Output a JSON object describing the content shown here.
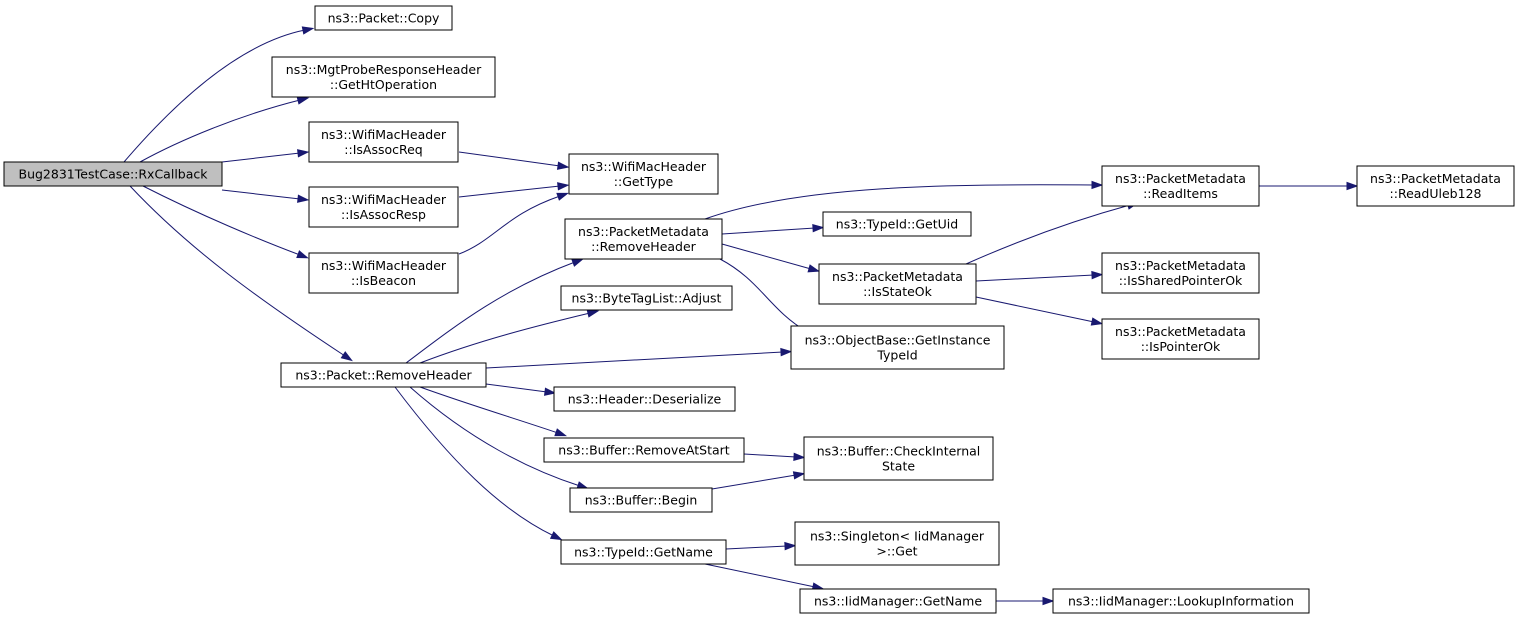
{
  "nodes": {
    "rxcallback": [
      "Bug2831TestCase::RxCallback"
    ],
    "packet_copy": [
      "ns3::Packet::Copy"
    ],
    "get_ht_operation": [
      "ns3::MgtProbeResponseHeader",
      "::GetHtOperation"
    ],
    "is_assoc_req": [
      "ns3::WifiMacHeader",
      "::IsAssocReq"
    ],
    "is_assoc_resp": [
      "ns3::WifiMacHeader",
      "::IsAssocResp"
    ],
    "is_beacon": [
      "ns3::WifiMacHeader",
      "::IsBeacon"
    ],
    "get_type": [
      "ns3::WifiMacHeader",
      "::GetType"
    ],
    "packet_remove_header": [
      "ns3::Packet::RemoveHeader"
    ],
    "metadata_remove_header": [
      "ns3::PacketMetadata",
      "::RemoveHeader"
    ],
    "bytetaglist_adjust": [
      "ns3::ByteTagList::Adjust"
    ],
    "header_deserialize": [
      "ns3::Header::Deserialize"
    ],
    "buffer_remove_at_start": [
      "ns3::Buffer::RemoveAtStart"
    ],
    "buffer_begin": [
      "ns3::Buffer::Begin"
    ],
    "typeid_get_name": [
      "ns3::TypeId::GetName"
    ],
    "read_items": [
      "ns3::PacketMetadata",
      "::ReadItems"
    ],
    "read_uleb128": [
      "ns3::PacketMetadata",
      "::ReadUleb128"
    ],
    "typeid_get_uid": [
      "ns3::TypeId::GetUid"
    ],
    "is_state_ok": [
      "ns3::PacketMetadata",
      "::IsStateOk"
    ],
    "is_shared_pointer_ok": [
      "ns3::PacketMetadata",
      "::IsSharedPointerOk"
    ],
    "is_pointer_ok": [
      "ns3::PacketMetadata",
      "::IsPointerOk"
    ],
    "get_instance_typeid": [
      "ns3::ObjectBase::GetInstance",
      "TypeId"
    ],
    "check_internal_state": [
      "ns3::Buffer::CheckInternal",
      "State"
    ],
    "singleton_get": [
      "ns3::Singleton< IidManager",
      ">::Get"
    ],
    "iidmanager_get_name": [
      "ns3::IidManager::GetName"
    ],
    "lookup_information": [
      "ns3::IidManager::LookupInformation"
    ]
  },
  "edges": [
    [
      "rxcallback",
      "packet_copy"
    ],
    [
      "rxcallback",
      "get_ht_operation"
    ],
    [
      "rxcallback",
      "is_assoc_req"
    ],
    [
      "rxcallback",
      "is_assoc_resp"
    ],
    [
      "rxcallback",
      "is_beacon"
    ],
    [
      "rxcallback",
      "packet_remove_header"
    ],
    [
      "is_assoc_req",
      "get_type"
    ],
    [
      "is_assoc_resp",
      "get_type"
    ],
    [
      "is_beacon",
      "get_type"
    ],
    [
      "packet_remove_header",
      "metadata_remove_header"
    ],
    [
      "packet_remove_header",
      "bytetaglist_adjust"
    ],
    [
      "packet_remove_header",
      "get_instance_typeid"
    ],
    [
      "packet_remove_header",
      "header_deserialize"
    ],
    [
      "packet_remove_header",
      "buffer_remove_at_start"
    ],
    [
      "packet_remove_header",
      "buffer_begin"
    ],
    [
      "packet_remove_header",
      "typeid_get_name"
    ],
    [
      "metadata_remove_header",
      "read_items"
    ],
    [
      "metadata_remove_header",
      "typeid_get_uid"
    ],
    [
      "metadata_remove_header",
      "is_state_ok"
    ],
    [
      "metadata_remove_header",
      "get_instance_typeid"
    ],
    [
      "read_items",
      "read_uleb128"
    ],
    [
      "is_state_ok",
      "read_items"
    ],
    [
      "is_state_ok",
      "is_shared_pointer_ok"
    ],
    [
      "is_state_ok",
      "is_pointer_ok"
    ],
    [
      "buffer_remove_at_start",
      "check_internal_state"
    ],
    [
      "buffer_begin",
      "check_internal_state"
    ],
    [
      "typeid_get_name",
      "singleton_get"
    ],
    [
      "typeid_get_name",
      "iidmanager_get_name"
    ],
    [
      "iidmanager_get_name",
      "lookup_information"
    ]
  ],
  "colors": {
    "edge": "#191970",
    "root_fill": "#bfbfbf",
    "node_fill": "#ffffff",
    "node_border": "#000000"
  }
}
